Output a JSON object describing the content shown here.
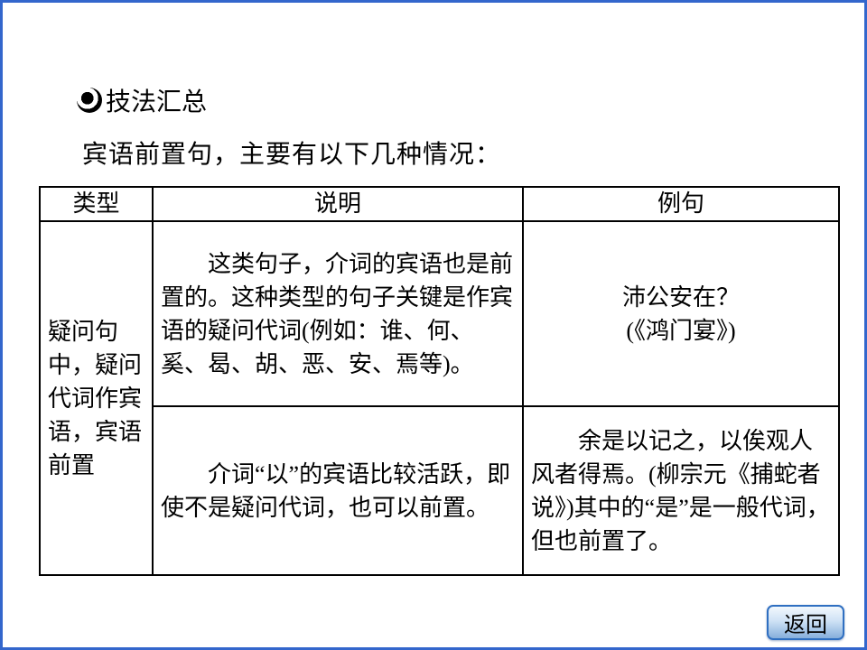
{
  "colors": {
    "background": "#ffffff",
    "text": "#000000",
    "slide_border": "#3366cc",
    "table_border": "#000000",
    "button_border": "#2f6fc1",
    "button_gradient_top": "#f2f8fd",
    "button_gradient_bottom": "#86afdc"
  },
  "icons": {
    "bullet": "concentric-circle-bullet-icon"
  },
  "slide": {
    "bullet_title": "技法汇总",
    "intro": "宾语前置句，主要有以下几种情况：",
    "table": {
      "headers": [
        "类型",
        "说明",
        "例句"
      ],
      "merged_type": "疑问句中，疑问代词作宾语，宾语前置",
      "rows": [
        {
          "explanation": "这类句子，介词的宾语也是前置的。这种类型的句子关键是作宾语的疑问代词(例如：谁、何、奚、曷、胡、恶、安、焉等)。",
          "example": "沛公安在？\n(《鸿门宴》)"
        },
        {
          "explanation": "介词“以”的宾语比较活跃，即使不是疑问代词，也可以前置。",
          "example": "余是以记之，以俟观人风者得焉。(柳宗元《捕蛇者说》)其中的“是”是一般代词，但也前置了。"
        }
      ]
    },
    "back_button": "返回"
  }
}
